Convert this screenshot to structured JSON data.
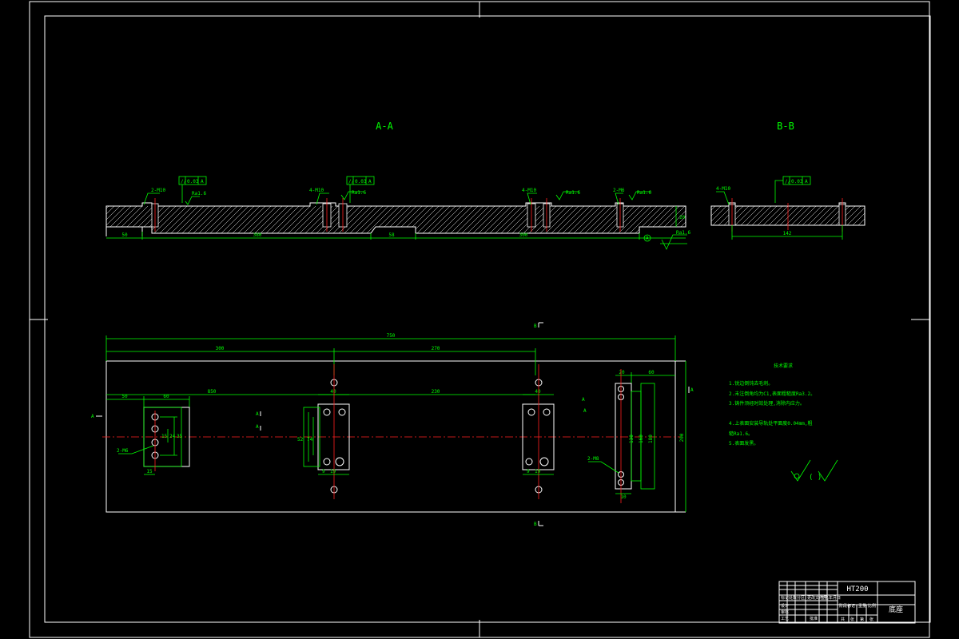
{
  "views": {
    "section_aa": {
      "label": "A-A",
      "dims": [
        "50",
        "380",
        "58",
        "300"
      ],
      "thickness": "20",
      "hole_notes": [
        "2-M10",
        "4-M10",
        "4-M10",
        "2-M6"
      ],
      "tolerance_value": "0.03",
      "tolerance_datum": "A",
      "roughness": "Ra1.6",
      "datum_label": "A"
    },
    "section_bb": {
      "label": "B-B",
      "dim": "142",
      "hole_note": "4-M10",
      "tolerance_value": "0.03",
      "tolerance_datum": "A"
    },
    "plan": {
      "overall_length": "750",
      "dim_top_left": "300",
      "dim_top_right": "270",
      "dim_row2": [
        "50",
        "60",
        "850",
        "40",
        "230",
        "40"
      ],
      "dim_right_top": [
        "20",
        "60"
      ],
      "width": "200",
      "left_block": [
        "15",
        "24",
        "35"
      ],
      "mid_block": [
        "52",
        "74",
        "9",
        "19"
      ],
      "right_block": [
        "130",
        "160",
        "180",
        "10"
      ],
      "hole_notes": [
        "2-M6",
        "2-M8"
      ],
      "section_markers": {
        "a": "A",
        "b": "B"
      }
    }
  },
  "technical_requirements": {
    "title": "技术要求",
    "items": [
      "1.锐边倒钝去毛刺。",
      "2.未注倒角均为C1,表面粗糙度Ra3.2。",
      "3.铸件须经时效处理,消除内应力。",
      "4.上表面安装导轨处平面度0.04mm,粗",
      "糙Ra1.6。",
      "5.表面发黑。"
    ],
    "roughness_symbol_text": "(  )"
  },
  "title_block": {
    "material": "HT200",
    "drawing_name": "底座",
    "row_labels": [
      "标记",
      "处数",
      "分区",
      "更改文件号",
      "签名",
      "年月日"
    ],
    "row_labels2": [
      "设计",
      "审核",
      "工艺",
      "批准"
    ],
    "stage_labels": [
      "阶段标记",
      "重量",
      "比例"
    ],
    "sheet_labels": [
      "共",
      "张",
      "第",
      "张"
    ]
  }
}
